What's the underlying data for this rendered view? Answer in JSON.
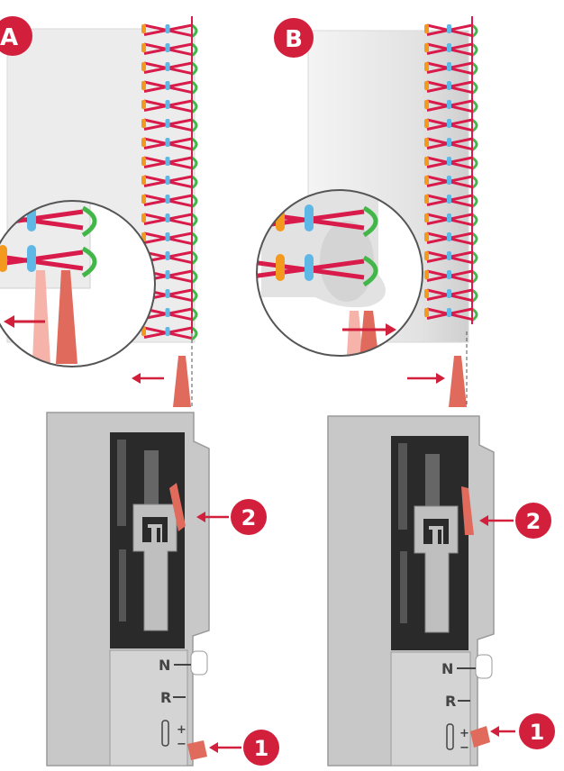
{
  "panels": [
    {
      "id": "A",
      "badge": "A"
    },
    {
      "id": "B",
      "badge": "B"
    }
  ],
  "callouts": {
    "lever": "2",
    "dial": "1"
  },
  "machine_labels": {
    "n": "N",
    "r": "R",
    "plus": "+",
    "minus": "−"
  },
  "colors": {
    "accent_red": "#d21f3c",
    "thread_red": "#d81b4a",
    "thread_blue": "#5fb7e6",
    "thread_orange": "#f39a1e",
    "thread_green": "#43b649",
    "fabric": "#ececec",
    "machine_gray": "#c8c8c8",
    "machine_dark": "#2a2a2a",
    "knife_red": "#e06a5c"
  }
}
